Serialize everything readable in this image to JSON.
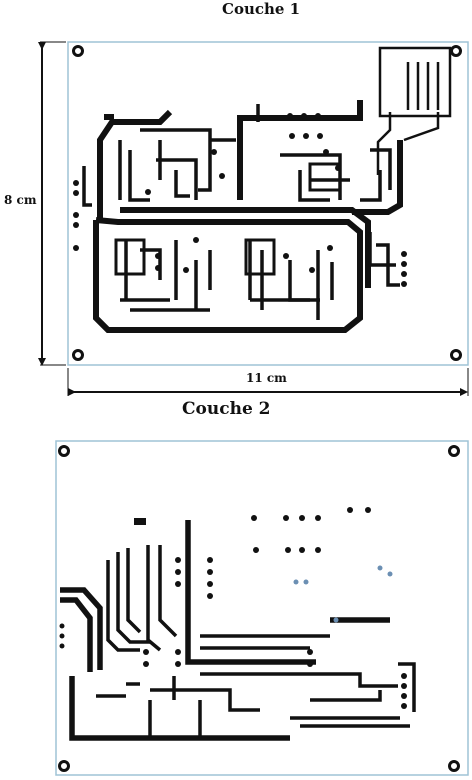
{
  "layers": [
    {
      "title": "Couche 1"
    },
    {
      "title": "Couche 2"
    }
  ],
  "dimensions": {
    "height": "8 cm",
    "width": "11 cm"
  },
  "colors": {
    "trace": "#111111",
    "board_border": "#9fc3d6",
    "background": "#ffffff"
  }
}
